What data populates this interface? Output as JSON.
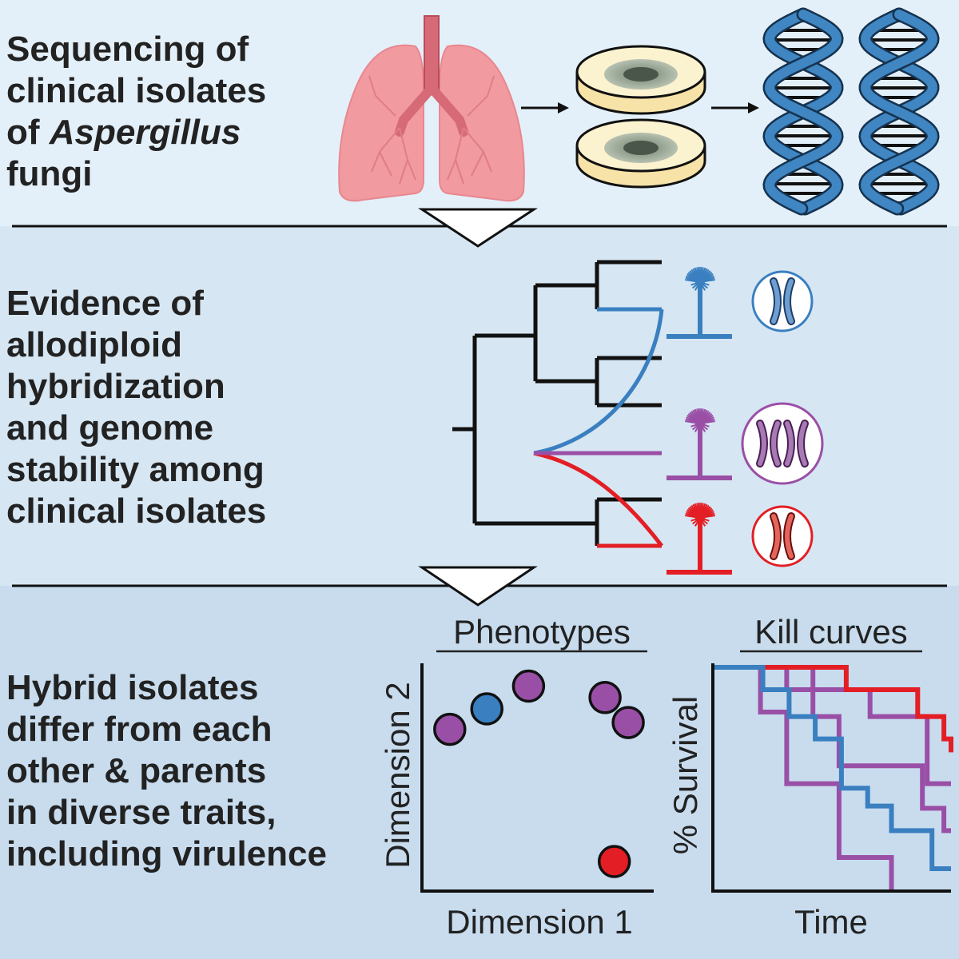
{
  "sections": [
    {
      "lines": [
        {
          "text": "Sequencing of"
        },
        {
          "text": "clinical isolates"
        },
        {
          "pre": "of ",
          "em": "Aspergillus"
        },
        {
          "text": "fungi"
        }
      ]
    },
    {
      "lines": [
        {
          "text": "Evidence of"
        },
        {
          "text": "allodiploid"
        },
        {
          "text": "hybridization"
        },
        {
          "text": "and genome"
        },
        {
          "text": "stability among"
        },
        {
          "text": "clinical isolates"
        }
      ]
    },
    {
      "lines": [
        {
          "text": "Hybrid isolates"
        },
        {
          "text": "differ from each"
        },
        {
          "text": "other & parents"
        },
        {
          "text": "in diverse traits,"
        },
        {
          "text": "including virulence"
        }
      ]
    }
  ],
  "phenotypes": {
    "title": "Phenotypes",
    "xlabel": "Dimension 1",
    "ylabel": "Dimension 2"
  },
  "kill_curves": {
    "title": "Kill curves",
    "xlabel": "Time",
    "ylabel": "% Survival"
  },
  "colors": {
    "blue": "#3a7fc0",
    "purple": "#9a4fa6",
    "red": "#e31e24",
    "lung": "#f19aa0",
    "dna": "#3f86c2",
    "panel_top": "#e4f0f9",
    "panel_mid": "#d6e6f3",
    "panel_bottom": "#c8dcee"
  },
  "chart_data": [
    {
      "type": "scatter",
      "title": "Phenotypes",
      "xlabel": "Dimension 1",
      "ylabel": "Dimension 2",
      "xlim": [
        0,
        10
      ],
      "ylim": [
        0,
        10
      ],
      "series": [
        {
          "color": "purple",
          "points": [
            [
              1.2,
              7.1
            ],
            [
              4.6,
              9.0
            ],
            [
              7.9,
              8.5
            ],
            [
              8.9,
              7.4
            ]
          ]
        },
        {
          "color": "blue",
          "points": [
            [
              2.8,
              8.0
            ]
          ]
        },
        {
          "color": "red",
          "points": [
            [
              8.3,
              1.3
            ]
          ]
        }
      ]
    },
    {
      "type": "line",
      "title": "Kill curves",
      "xlabel": "Time",
      "ylabel": "% Survival",
      "xlim": [
        0,
        10
      ],
      "ylim": [
        0,
        100
      ],
      "series": [
        {
          "color": "blue",
          "steps": [
            [
              0,
              100
            ],
            [
              2.1,
              100
            ],
            [
              2.1,
              90
            ],
            [
              3.2,
              90
            ],
            [
              3.2,
              78
            ],
            [
              4.3,
              78
            ],
            [
              4.3,
              68
            ],
            [
              5.4,
              68
            ],
            [
              5.4,
              46
            ],
            [
              6.5,
              46
            ],
            [
              6.5,
              38
            ],
            [
              7.5,
              38
            ],
            [
              7.5,
              27
            ],
            [
              9.2,
              27
            ],
            [
              9.2,
              10
            ],
            [
              10,
              10
            ]
          ]
        },
        {
          "color": "red",
          "steps": [
            [
              0,
              100
            ],
            [
              2.1,
              100
            ],
            [
              2.1,
              100
            ],
            [
              5.6,
              100
            ],
            [
              5.6,
              90
            ],
            [
              8.6,
              90
            ],
            [
              8.6,
              78
            ],
            [
              9.7,
              78
            ],
            [
              9.7,
              68
            ],
            [
              10,
              68
            ],
            [
              10,
              62
            ]
          ]
        },
        {
          "color": "purple",
          "steps": [
            [
              0,
              100
            ],
            [
              3.1,
              100
            ],
            [
              3.1,
              90
            ],
            [
              6.6,
              90
            ],
            [
              6.6,
              78
            ],
            [
              9.0,
              78
            ],
            [
              9.0,
              48
            ],
            [
              10,
              48
            ]
          ]
        },
        {
          "color": "purple",
          "steps": [
            [
              0,
              100
            ],
            [
              4.2,
              100
            ],
            [
              4.2,
              78
            ],
            [
              5.3,
              78
            ],
            [
              5.3,
              56
            ],
            [
              8.8,
              56
            ],
            [
              8.8,
              37
            ],
            [
              9.7,
              37
            ],
            [
              9.7,
              27
            ],
            [
              10,
              27
            ]
          ]
        },
        {
          "color": "purple",
          "steps": [
            [
              0,
              100
            ],
            [
              2.0,
              100
            ],
            [
              2.0,
              80
            ],
            [
              3.1,
              80
            ],
            [
              3.1,
              48
            ],
            [
              5.3,
              48
            ],
            [
              5.3,
              15
            ],
            [
              7.5,
              15
            ],
            [
              7.5,
              0
            ]
          ]
        }
      ]
    }
  ]
}
